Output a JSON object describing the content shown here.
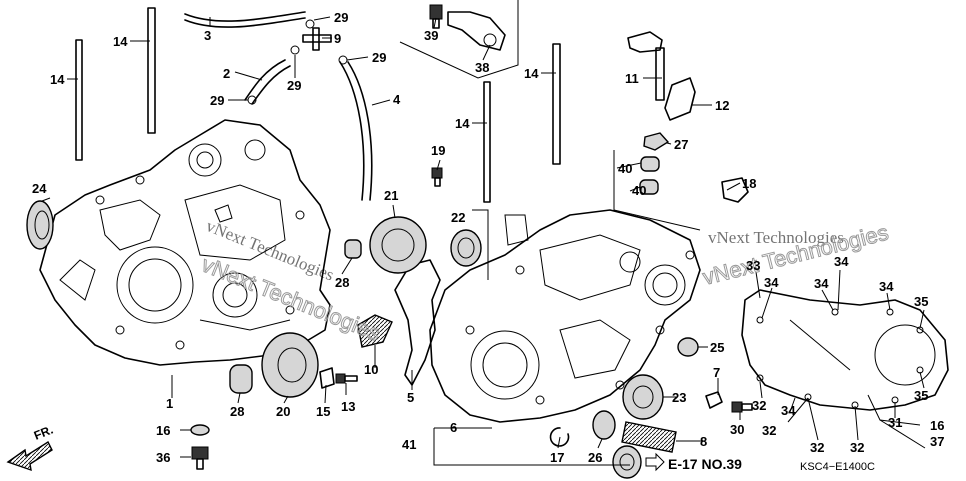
{
  "diagram": {
    "code": "KSC4−E1400C",
    "reference": "E-17 NO.39",
    "front_label": "FR.",
    "watermark": [
      "vNext Technologies",
      "vNext Technologies",
      "vNext Technologies",
      "vNext Technologies"
    ],
    "callouts": [
      "1",
      "2",
      "3",
      "4",
      "5",
      "6",
      "7",
      "8",
      "9",
      "10",
      "11",
      "12",
      "13",
      "14",
      "14",
      "14",
      "14",
      "15",
      "16",
      "16",
      "17",
      "18",
      "19",
      "20",
      "21",
      "22",
      "23",
      "24",
      "25",
      "26",
      "27",
      "28",
      "28",
      "29",
      "29",
      "29",
      "29",
      "30",
      "31",
      "32",
      "32",
      "32",
      "32",
      "33",
      "34",
      "34",
      "34",
      "34",
      "34",
      "35",
      "35",
      "36",
      "37",
      "38",
      "39",
      "40",
      "40",
      "41"
    ]
  }
}
